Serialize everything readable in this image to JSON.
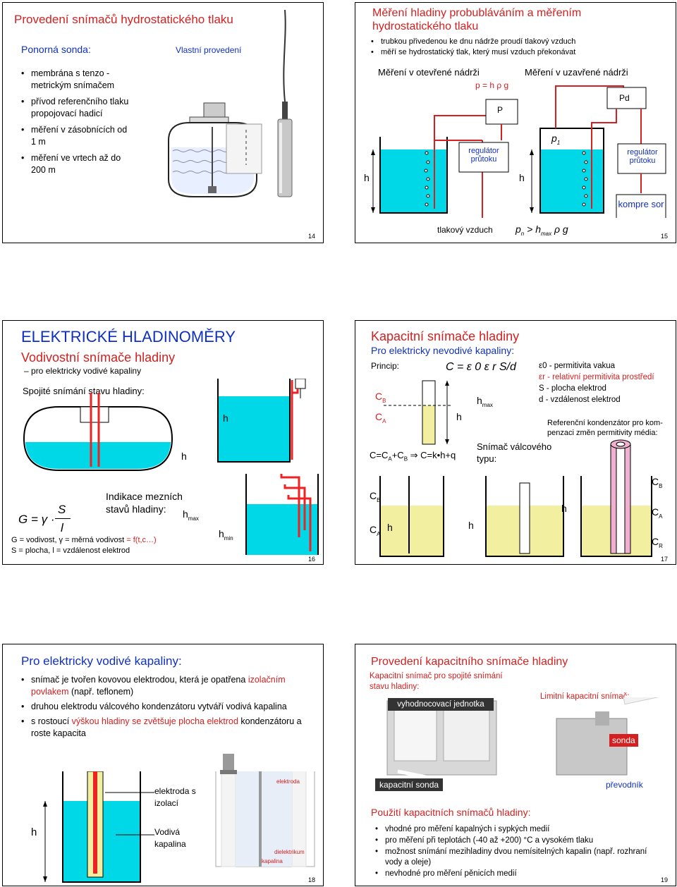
{
  "s14": {
    "title": "Provedení snímačů hydrostatického tlaku",
    "subtitle": "Ponorná sonda:",
    "own_label": "Vlastní provedení",
    "bullets": [
      "membrána s tenzo - metrickým snímačem",
      "přívod referenčního tlaku propojovací hadicí",
      "měření v zásobnících od 1 m",
      "měření ve vrtech až do 200 m"
    ],
    "page": "14"
  },
  "s15": {
    "title": "Měření hladiny probubláváním a měřením hydrostatického tlaku",
    "bullets": [
      "trubkou přivedenou ke dnu nádrže proudí tlakový vzduch",
      "měří se hydrostatický tlak, který musí vzduch překonávat"
    ],
    "open_tank": "Měření v otevřené nádrži",
    "closed_tank": "Měření v uzavřené nádrži",
    "formula_open": "p = h ρ g",
    "p_box": "P",
    "pd_box": "Pd",
    "p1": "p",
    "p1_sub": "1",
    "regulator": "regulátor průtoku",
    "regulator2": "regulátor průtoku",
    "compressor": "kompre sor",
    "h": "h",
    "air": "tlakový vzduch",
    "formula_closed": "p",
    "formula_closed_sub": "n",
    "formula_closed_rest": " > h",
    "formula_closed_sub2": "max",
    "formula_closed_end": " ρ g",
    "page": "15"
  },
  "s16": {
    "title": "ELEKTRICKÉ HLADINOMĚRY",
    "subtitle": "Vodivostní snímače hladiny",
    "sub_item": "pro elektricky vodivé kapaliny",
    "continuous": "Spojité snímání stavu hladiny:",
    "h": "h",
    "limit": "Indikace mezních stavů hladiny:",
    "hmax": "h",
    "hmax_sub": "max",
    "hmin": "h",
    "hmin_sub": "min",
    "formula_g": "G = γ ·",
    "formula_s": "S",
    "formula_l": "l",
    "legend1": "G = vodivost, γ = měrná vodivost",
    "legend1_red": "= f(t,c…)",
    "legend2": "S = plocha, l = vzdálenost elektrod",
    "page": "16"
  },
  "s17": {
    "title": "Kapacitní snímače hladiny",
    "subtitle": "Pro elektricky nevodivé kapaliny:",
    "principle": "Princip:",
    "formula": "C = ε 0 ε r S/d",
    "defs": [
      "ε0 - permitivita vakua",
      "εr - relativní permitivita prostředí",
      "S - plocha elektrod",
      "d - vzdálenost elektrod"
    ],
    "cb": "C",
    "cb_sub": "B",
    "ca": "C",
    "ca_sub": "A",
    "cr_sub": "R",
    "hmax": "h",
    "hmax_sub": "max",
    "h": "h",
    "sum": "C=C",
    "sum2": "+C",
    "sum3": " ⇒ C=k•h+q",
    "ref": "Referenční kondenzátor pro kom- penzaci změn permitivity média:",
    "cyl": "Snímač válcového typu:",
    "page": "17"
  },
  "s18": {
    "title": "Pro elektricky vodivé kapaliny:",
    "b1_pre": "snímač je tvořen kovovou elektrodou, která je opatřena ",
    "b1_red": "izolačním povlakem",
    "b1_post": " (např. teflonem)",
    "b2": "druhou elektrodu válcového kondenzátoru vytváří vodivá kapalina",
    "b3_pre": "s rostoucí ",
    "b3_red": "výškou hladiny se zvětšuje plocha elektrod",
    "b3_post": " kondenzátoru a roste kapacita",
    "label_electrode": "elektroda s izolací",
    "label_liquid": "Vodivá kapalina",
    "h": "h",
    "photo_elektroda": "elektroda",
    "photo_dielektrikum": "dielektrikum",
    "photo_kapalina": "kapalina",
    "page": "18"
  },
  "s19": {
    "title": "Provedení kapacitního snímače hladiny",
    "continuous": "Kapacitní snímač pro spojité snímání stavu hladiny:",
    "limit": "Limitní kapacitní snímač:",
    "unit": "vyhodnocovací jednotka",
    "probe": "kapacitní sonda",
    "probe2": "sonda",
    "converter": "převodník",
    "usage_title": "Použití kapacitních snímačů hladiny:",
    "usage": [
      "vhodné pro měření kapalných i sypkých medií",
      "pro měření při teplotách (-40 až +200) °C a vysokém tlaku",
      "možnost snímání mezihladiny dvou nemísitelných kapalin (např. rozhraní vody a oleje)",
      "nevhodné pro měření pěnicích medií"
    ],
    "page": "19"
  }
}
